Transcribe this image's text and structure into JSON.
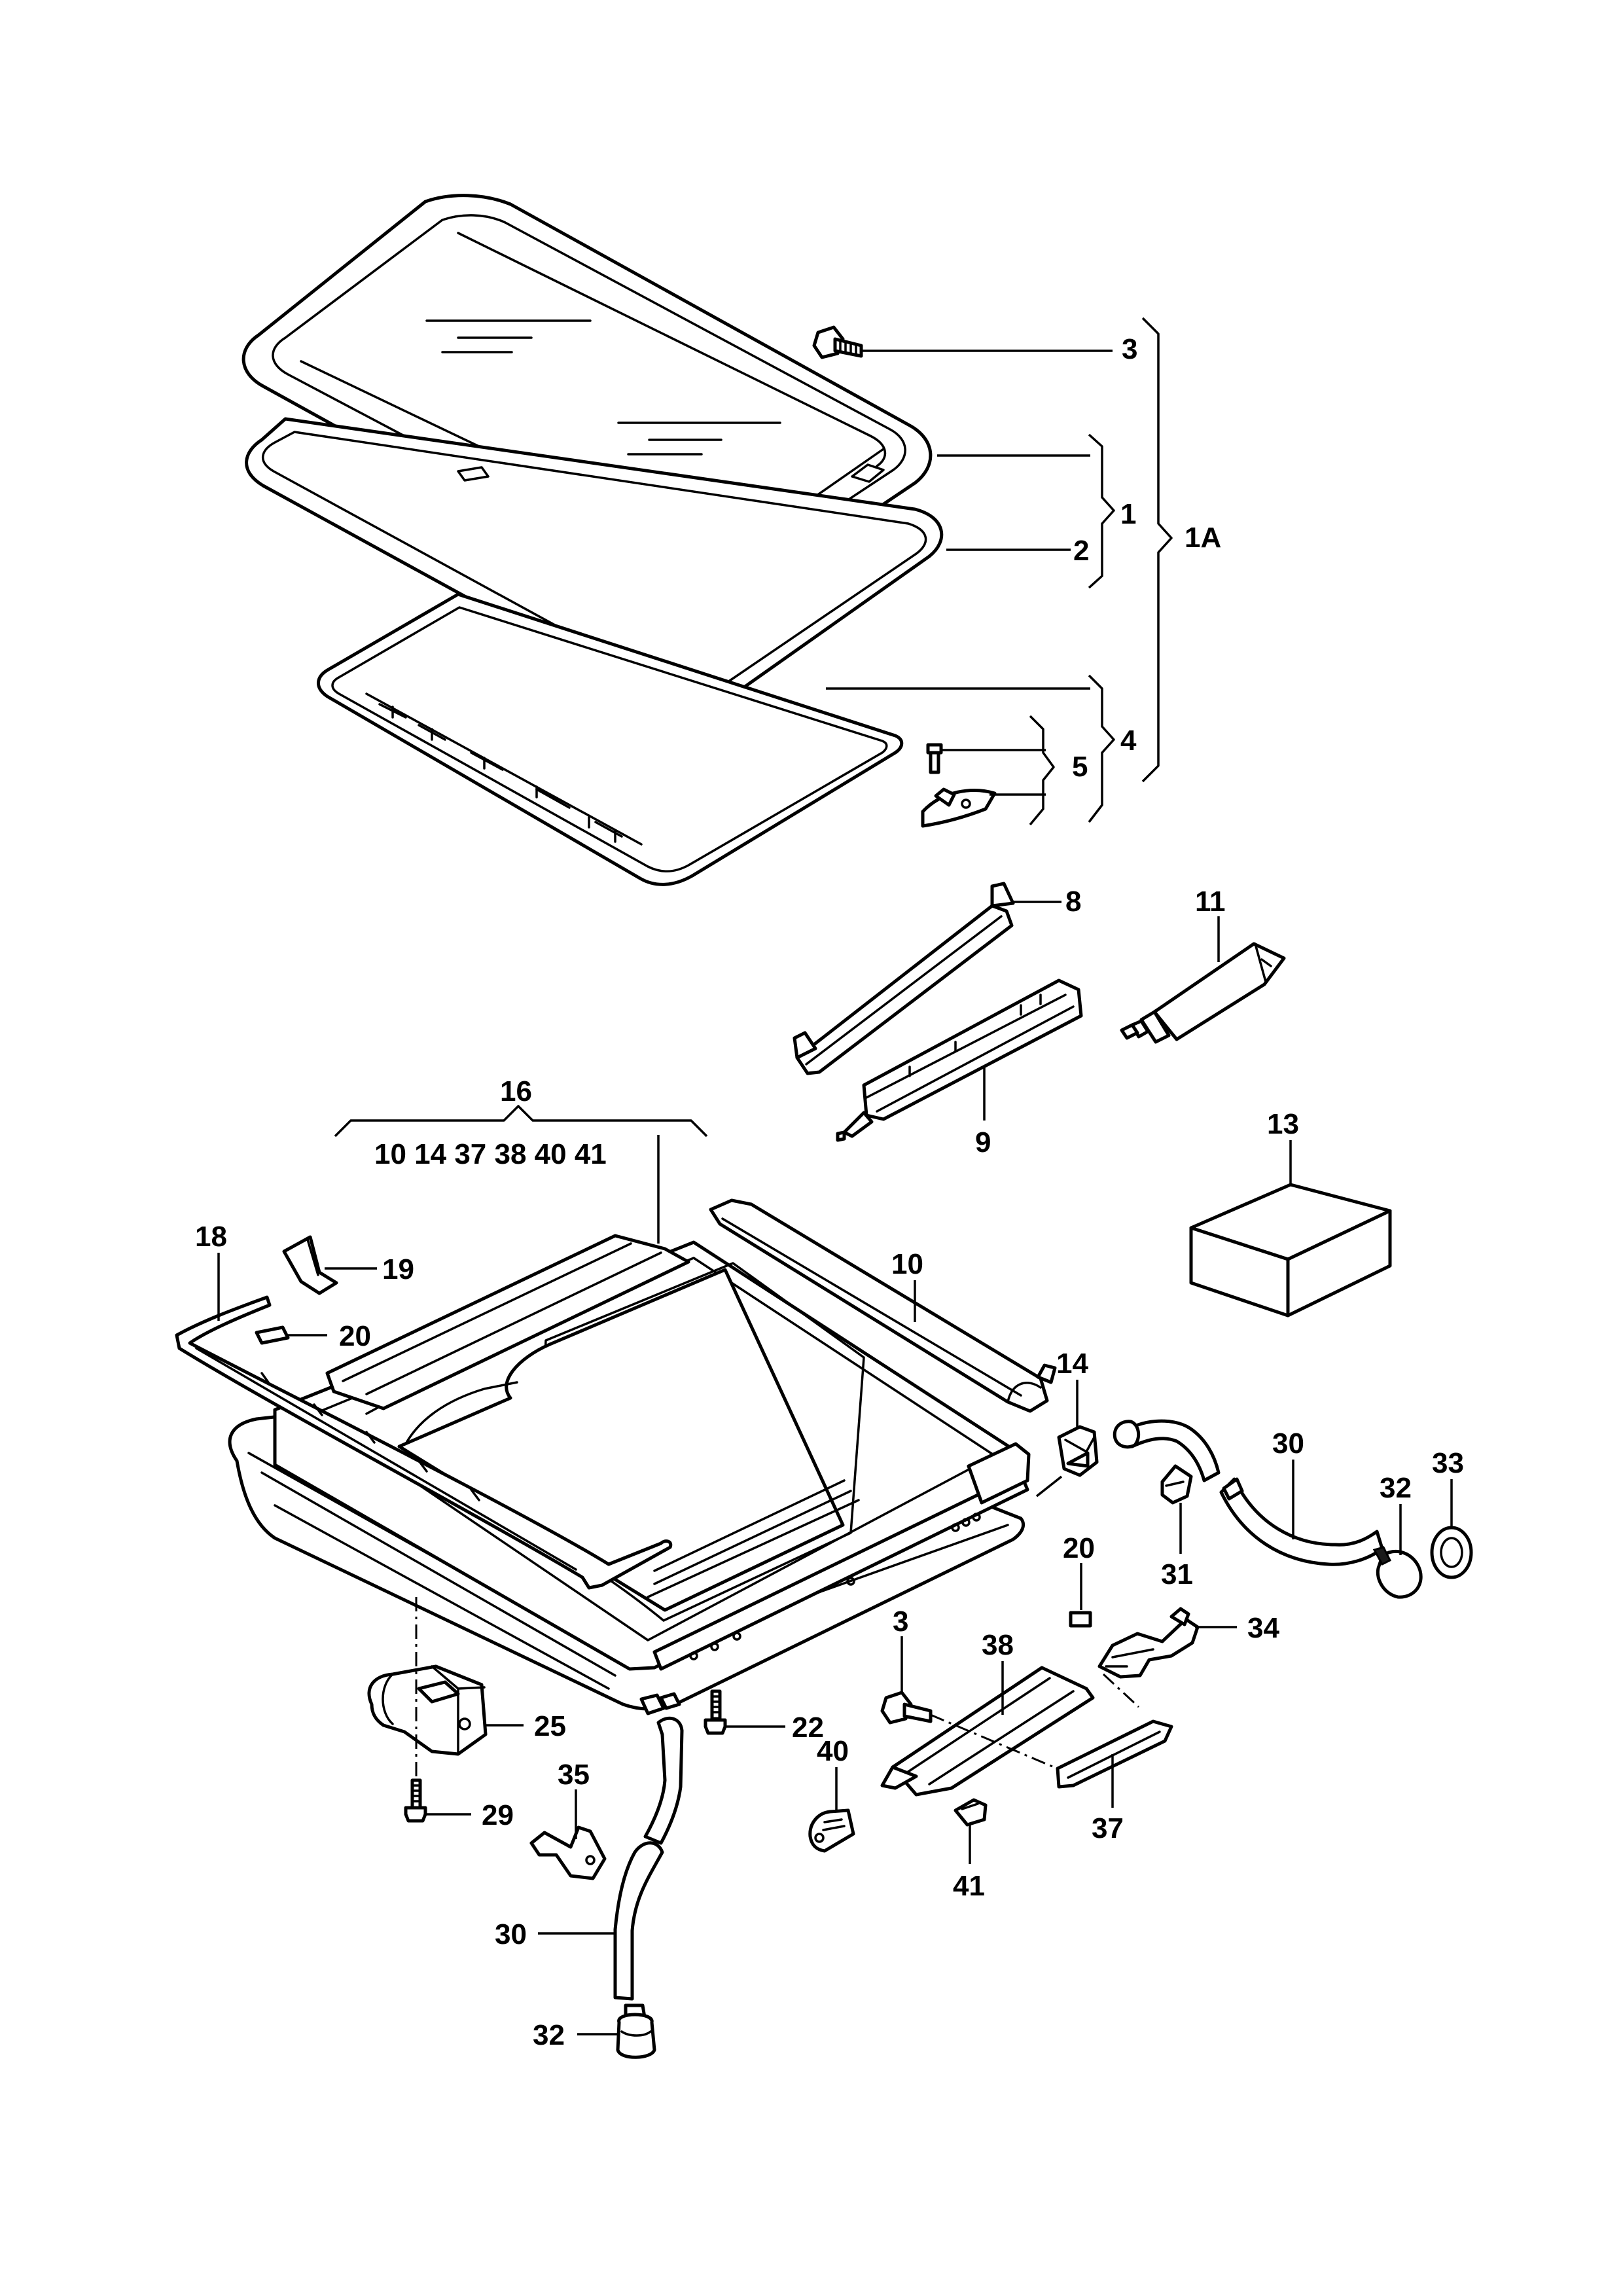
{
  "callouts": {
    "c3_top": "3",
    "c1": "1",
    "c2": "2",
    "c1A": "1A",
    "c4": "4",
    "c5": "5",
    "c8": "8",
    "c11": "11",
    "c9": "9",
    "c16": "16",
    "c16_contents": "10 14 37 38 40 41",
    "c13": "13",
    "c18": "18",
    "c19": "19",
    "c20_left": "20",
    "c10": "10",
    "c14": "14",
    "c30_right": "30",
    "c32_right": "32",
    "c33": "33",
    "c31": "31",
    "c20_mid": "20",
    "c3_mid": "3",
    "c38": "38",
    "c34": "34",
    "c25": "25",
    "c22": "22",
    "c40": "40",
    "c37": "37",
    "c35": "35",
    "c29": "29",
    "c41": "41",
    "c30_bottom": "30",
    "c32_bottom": "32"
  }
}
